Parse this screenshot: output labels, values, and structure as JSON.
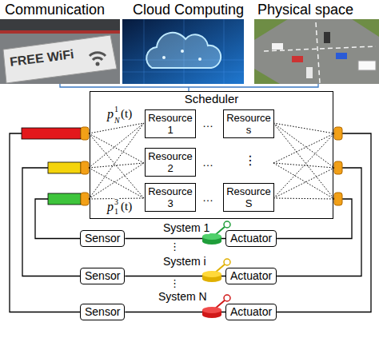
{
  "diagram": {
    "nodes": [
      {
        "text": [
          "Scheduler"
        ]
      },
      {
        "text": [
          "Resource 1"
        ],
        "in": 0
      },
      {
        "text": [
          "Resource s"
        ],
        "in": 0
      },
      {
        "text": [
          "Resource 2"
        ],
        "in": 0
      },
      {
        "text": [
          "Resource 3"
        ],
        "in": 0
      },
      {
        "text": [
          "Resource S"
        ],
        "in": 0
      },
      {
        "text": [
          "Sensor"
        ]
      },
      {
        "text": [
          "Actuator"
        ]
      },
      {
        "text": [
          "Sensor"
        ]
      },
      {
        "text": [
          "Actuator"
        ]
      },
      {
        "text": [
          "Sensor"
        ]
      },
      {
        "text": [
          "Actuator"
        ]
      }
    ],
    "edges": [
      {
        "from": 10,
        "to": 0,
        "arrow": "none"
      },
      {
        "from": 8,
        "to": 0,
        "arrow": "none"
      },
      {
        "from": 6,
        "to": 0,
        "arrow": "none"
      },
      {
        "from": 0,
        "to": 7,
        "arrow": "none"
      },
      {
        "from": 0,
        "to": 9,
        "arrow": "none"
      },
      {
        "from": 0,
        "to": 11,
        "arrow": "none"
      },
      {
        "from": 6,
        "to": 7,
        "arrow": "none"
      },
      {
        "from": 8,
        "to": 9,
        "arrow": "none"
      },
      {
        "from": 10,
        "to": 11,
        "arrow": "none"
      }
    ],
    "labels": [
      "Communication",
      "Cloud Computing",
      "Physical space",
      "FREE WiFi",
      "p",
      "1",
      "N",
      "(t)",
      "…",
      "…",
      "…",
      "⋮",
      "p",
      "3",
      "1",
      "(t)",
      "System 1",
      "⋮",
      "System i",
      "⋮",
      "System N"
    ]
  }
}
